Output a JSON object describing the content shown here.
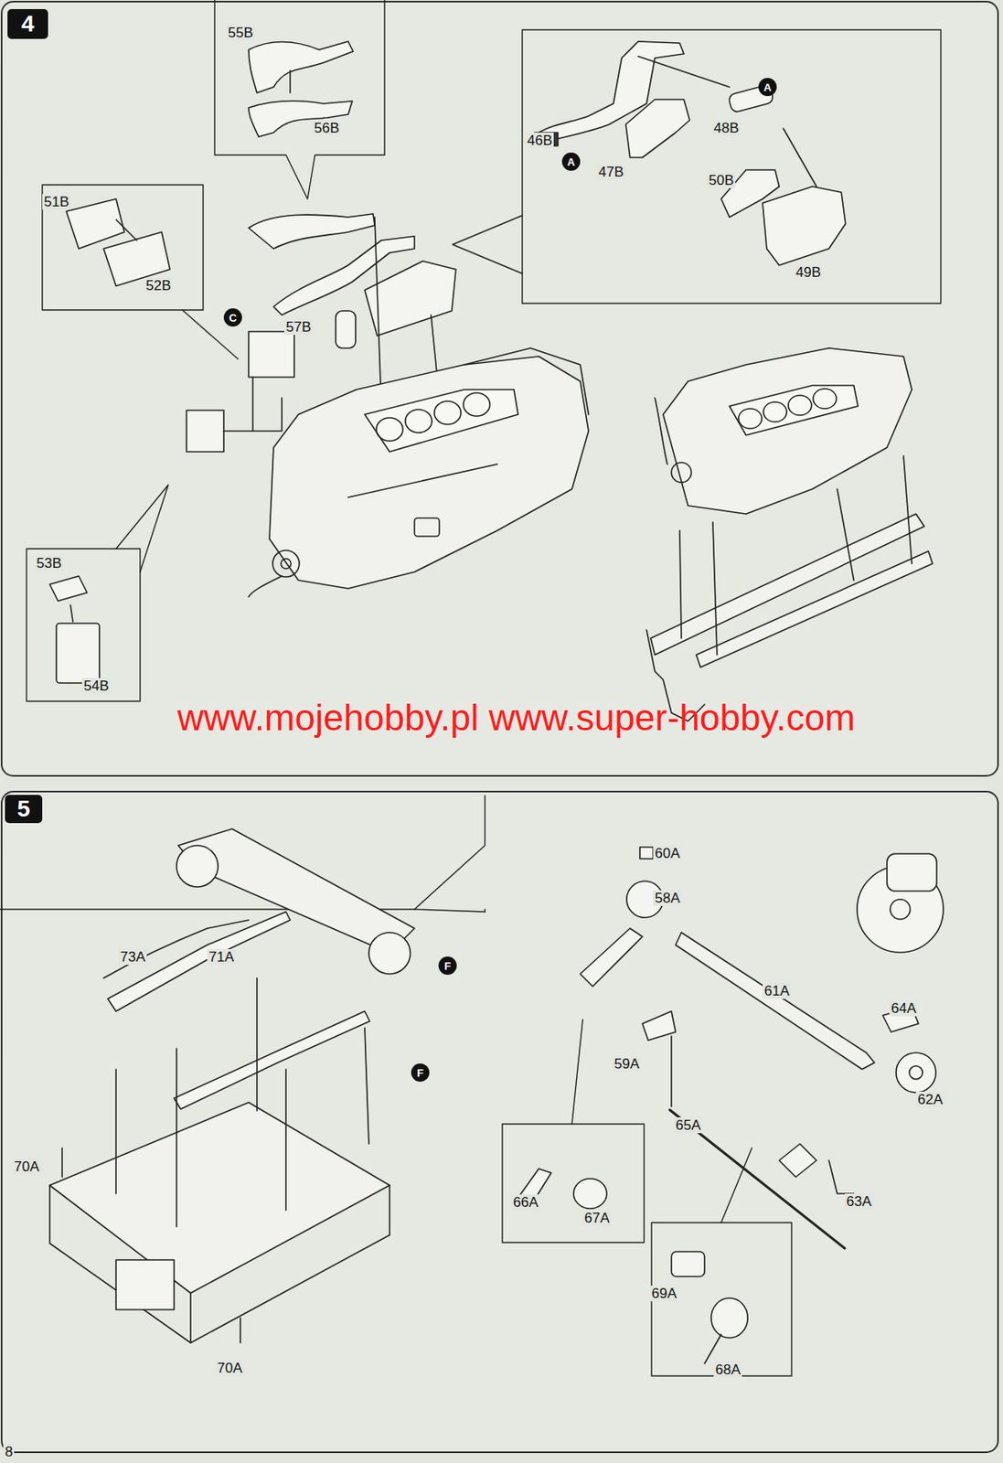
{
  "diagram": {
    "nodes": [
      {
        "text": [
          "4"
        ]
      },
      {
        "text": [
          "A"
        ]
      },
      {
        "text": [
          "A"
        ]
      },
      {
        "text": [
          "C"
        ]
      },
      {
        "text": [
          "5"
        ]
      },
      {
        "text": [
          "F"
        ]
      },
      {
        "text": [
          "F"
        ]
      }
    ],
    "labels": [
      "55B",
      "56B",
      "46B",
      "47B",
      "48B",
      "50B",
      "49B",
      "51B",
      "52B",
      "57B",
      "53B",
      "54B",
      "www.mojehobby.pl www.super-hobby.com",
      "73A",
      "71A",
      "70A",
      "70A",
      "60A",
      "58A",
      "61A",
      "59A",
      "64A",
      "62A",
      "65A",
      "63A",
      "66A",
      "67A",
      "69A",
      "68A",
      "8"
    ]
  }
}
